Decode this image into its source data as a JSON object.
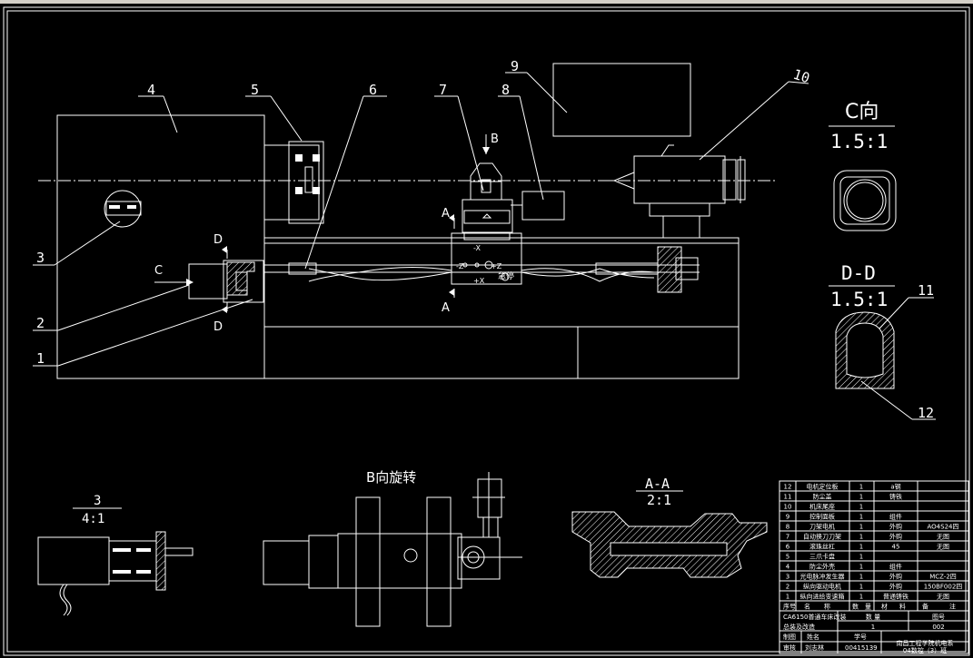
{
  "drawing": {
    "balloons": [
      "1",
      "2",
      "3",
      "4",
      "5",
      "6",
      "7",
      "8",
      "9",
      "10",
      "11",
      "12"
    ],
    "views": {
      "c_view_title": "C向",
      "c_view_scale": "1.5:1",
      "dd_title": "D-D",
      "dd_scale": "1.5:1",
      "detail3_title": "3",
      "detail3_scale": "4:1",
      "b_rot_title": "B向旋转",
      "aa_title": "A-A",
      "aa_scale": "2:1"
    },
    "section_marks": {
      "A": "A",
      "B": "B",
      "C": "C",
      "D": "D"
    },
    "panel_texts": {
      "mx": "-X",
      "px": "+X",
      "mz": "-Z",
      "pz": "+Z",
      "stop": "急停"
    },
    "title_block": {
      "bom": [
        {
          "no": "12",
          "name": "电机定位板",
          "qty": "1",
          "mat": "a钢",
          "note": ""
        },
        {
          "no": "11",
          "name": "防尘盖",
          "qty": "1",
          "mat": "铸铁",
          "note": ""
        },
        {
          "no": "10",
          "name": "机床尾座",
          "qty": "1",
          "mat": "",
          "note": ""
        },
        {
          "no": "9",
          "name": "控制面板",
          "qty": "1",
          "mat": "组件",
          "note": ""
        },
        {
          "no": "8",
          "name": "刀架电机",
          "qty": "1",
          "mat": "外购",
          "note": "AO4S24四"
        },
        {
          "no": "7",
          "name": "自动换刀刀架",
          "qty": "1",
          "mat": "外购",
          "note": "无图"
        },
        {
          "no": "6",
          "name": "滚珠丝杠",
          "qty": "1",
          "mat": "45",
          "note": "无图"
        },
        {
          "no": "5",
          "name": "三爪卡盘",
          "qty": "1",
          "mat": "",
          "note": ""
        },
        {
          "no": "4",
          "name": "防尘外壳",
          "qty": "1",
          "mat": "组件",
          "note": ""
        },
        {
          "no": "3",
          "name": "光电脉冲发生器",
          "qty": "1",
          "mat": "外购",
          "note": "MCZ-2四"
        },
        {
          "no": "2",
          "name": "纵向驱动电机",
          "qty": "1",
          "mat": "外购",
          "note": "150BF002四"
        },
        {
          "no": "1",
          "name": "纵向进给变速箱",
          "qty": "1",
          "mat": "普通铸铁",
          "note": "无图"
        }
      ],
      "bom_header": [
        "序号",
        "名",
        "称",
        "数",
        "量",
        "材",
        "料",
        "备",
        "注"
      ],
      "machine_name": "CA6150普通车床改装",
      "subtitle": "总装及改造",
      "qty_label": "数 量",
      "drawing_no_label": "图号",
      "qty_value": "1",
      "drawing_no": "002",
      "row_drawn": [
        "制图",
        "姓名",
        "学号"
      ],
      "row_review": [
        "审核",
        "刘志林",
        "00415139"
      ],
      "school": "南昌工程学院机电系",
      "class_name": "04数控（3）班"
    }
  }
}
